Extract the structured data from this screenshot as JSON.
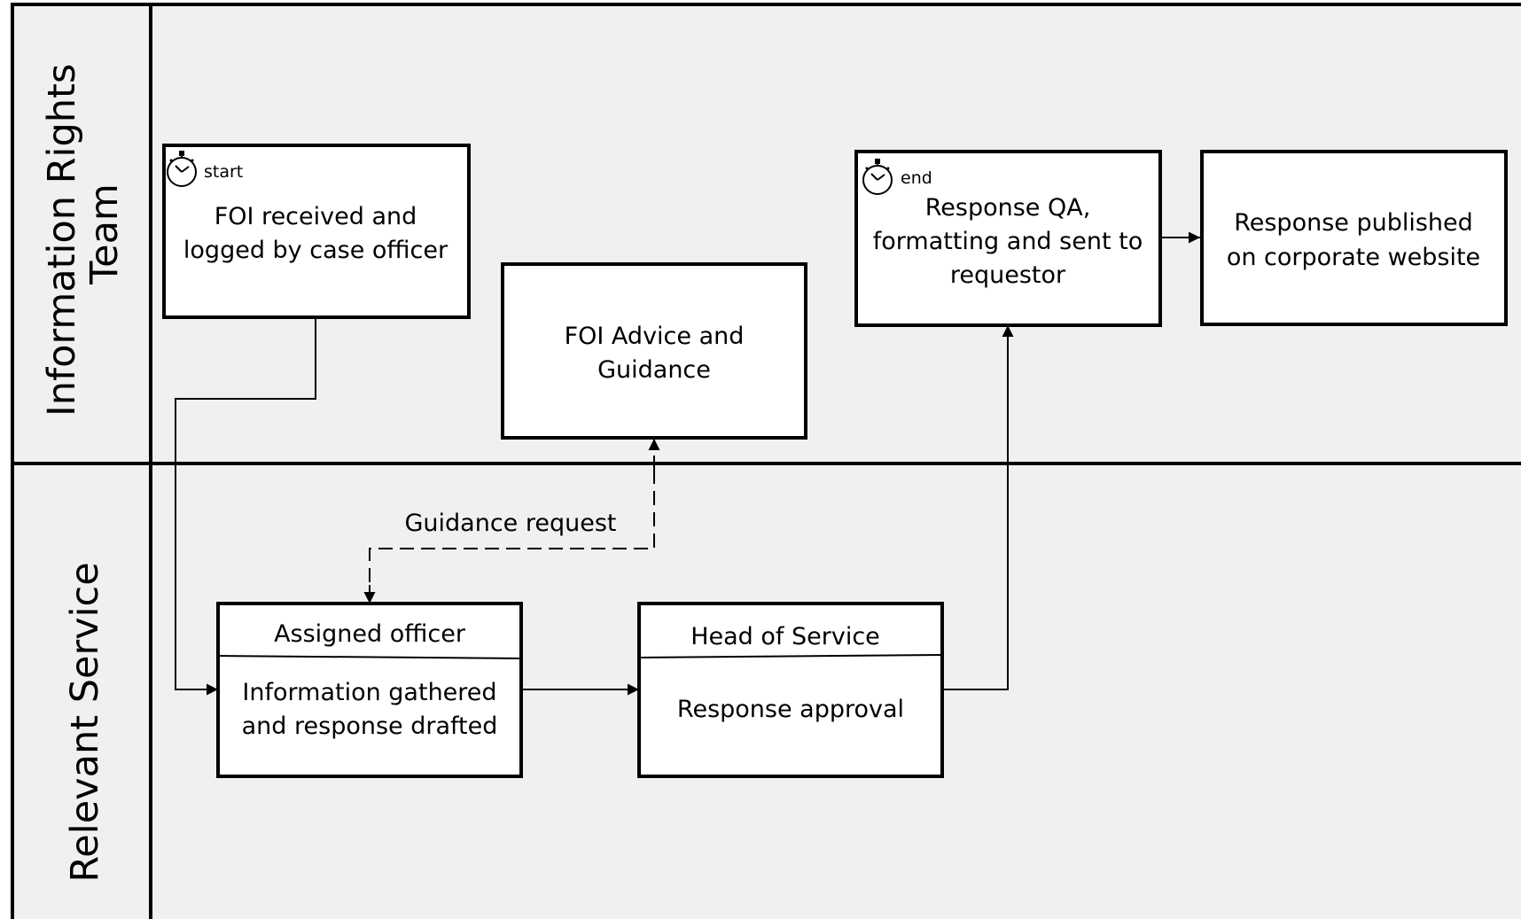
{
  "colors": {
    "lane_background": "#f0f0f0",
    "box_fill": "#ffffff",
    "stroke": "#000000"
  },
  "lanes": [
    {
      "label_line1": "Information Rights",
      "label_line2": "Team"
    },
    {
      "label_line1": "Relevant Service"
    }
  ],
  "nodes": {
    "foi_received": {
      "tag": "start",
      "tag_icon": "stopwatch-icon",
      "line1": "FOI received and",
      "line2": "logged by case officer"
    },
    "foi_advice": {
      "line1": "FOI Advice and",
      "line2": "Guidance"
    },
    "response_qa": {
      "tag": "end",
      "tag_icon": "stopwatch-icon",
      "line1": "Response QA,",
      "line2": "formatting and sent to",
      "line3": "requestor"
    },
    "response_published": {
      "line1": "Response published",
      "line2": "on corporate website"
    },
    "assigned_officer": {
      "header": "Assigned officer",
      "line1": "Information gathered",
      "line2": "and response drafted"
    },
    "head_of_service": {
      "header": "Head of Service",
      "line1": "Response approval"
    }
  },
  "edges": {
    "guidance_request_label": "Guidance request"
  }
}
